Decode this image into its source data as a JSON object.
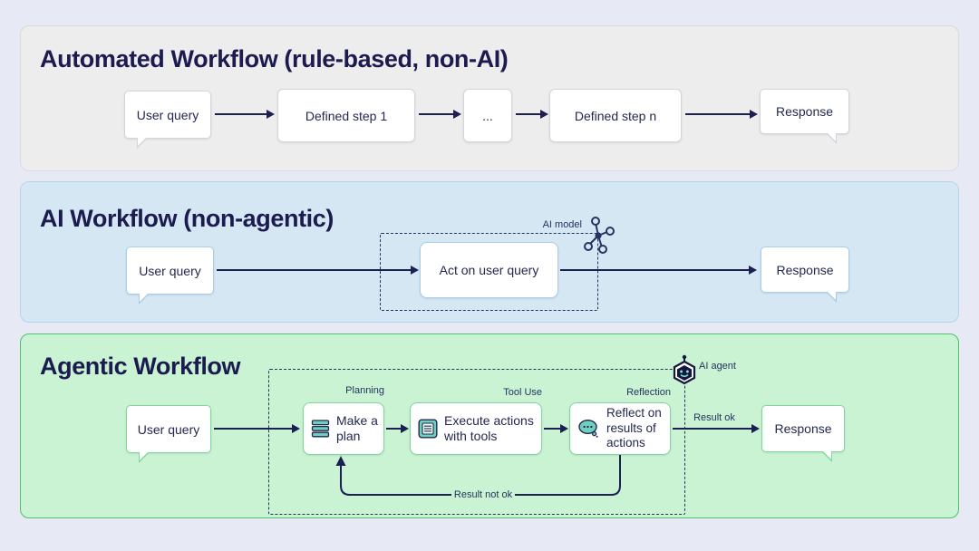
{
  "automated": {
    "title": "Automated Workflow (rule-based, non-AI)",
    "user_query": "User query",
    "step_1": "Defined step 1",
    "ellipsis": "...",
    "step_n": "Defined step n",
    "response": "Response"
  },
  "ai": {
    "title": "AI Workflow (non-agentic)",
    "user_query": "User query",
    "act": "Act on user query",
    "model_label": "AI model",
    "response": "Response"
  },
  "agentic": {
    "title": "Agentic Workflow",
    "user_query": "User query",
    "plan": "Make a plan",
    "execute": "Execute actions with tools",
    "reflect": "Reflect on results of actions",
    "response": "Response",
    "planning_label": "Planning",
    "tool_use_label": "Tool Use",
    "reflection_label": "Reflection",
    "result_ok_label": "Result ok",
    "result_not_ok_label": "Result not ok",
    "agent_label": "AI agent"
  },
  "icons": {
    "plan": "stack-icon",
    "execute": "document-lines-icon",
    "reflect": "thought-bubble-icon",
    "ai_model": "network-nodes-icon",
    "ai_agent": "robot-hexagon-icon"
  },
  "colors": {
    "page_bg": "#e7e9f4",
    "ink": "#1b1f52",
    "automated_bg": "#ededee",
    "ai_bg": "#d6e7f4",
    "ai_node_border": "#a8cde8",
    "agentic_bg": "#c9f3d3",
    "agentic_border": "#4fbf6b",
    "agentic_node_border": "#7fd79a",
    "icon_teal": "#6fd0bf"
  }
}
